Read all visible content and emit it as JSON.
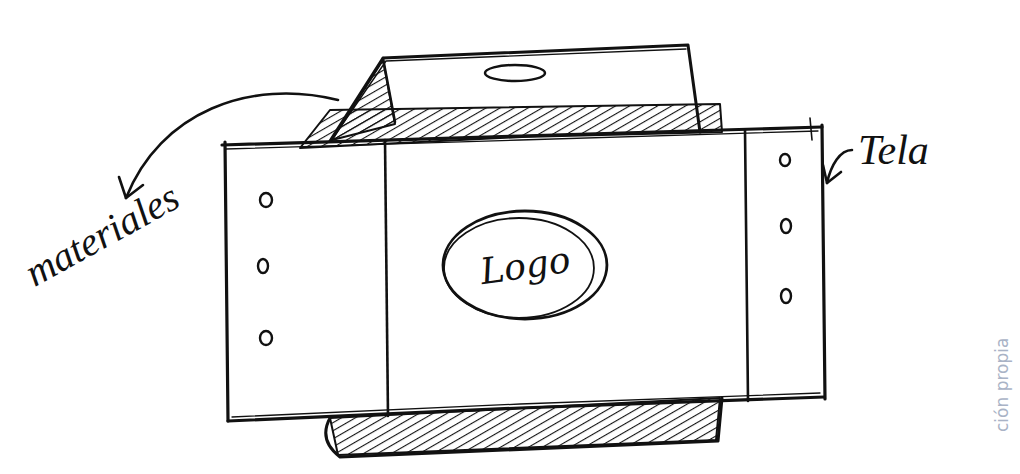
{
  "diagram": {
    "nodes": [
      {
        "text": [
          "Logo"
        ]
      }
    ],
    "labels": [
      "materiales",
      "Tela",
      "ción propia"
    ]
  }
}
